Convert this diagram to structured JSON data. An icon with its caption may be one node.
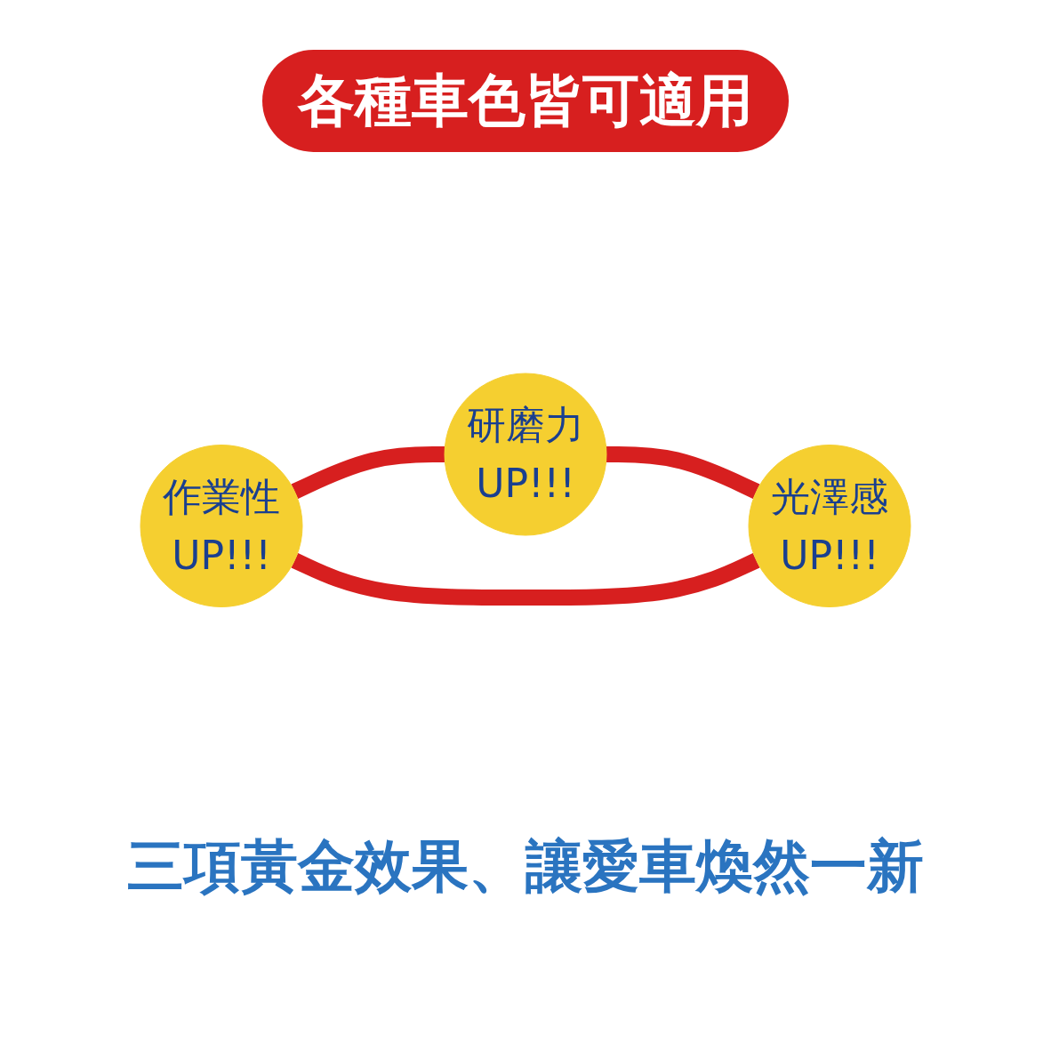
{
  "diagram": {
    "title": "各種車色皆可適用",
    "caption": "三項黃金效果、讓愛車煥然一新",
    "nodes": [
      {
        "text": [
          "研磨力",
          "UP!!!"
        ]
      },
      {
        "text": [
          "作業性",
          "UP!!!"
        ]
      },
      {
        "text": [
          "光澤感",
          "UP!!!"
        ]
      }
    ],
    "edges": [
      {
        "from": 1,
        "to": 0,
        "arrow": "none"
      },
      {
        "from": 0,
        "to": 2,
        "arrow": "none"
      },
      {
        "from": 1,
        "to": 2,
        "arrow": "none"
      }
    ]
  }
}
